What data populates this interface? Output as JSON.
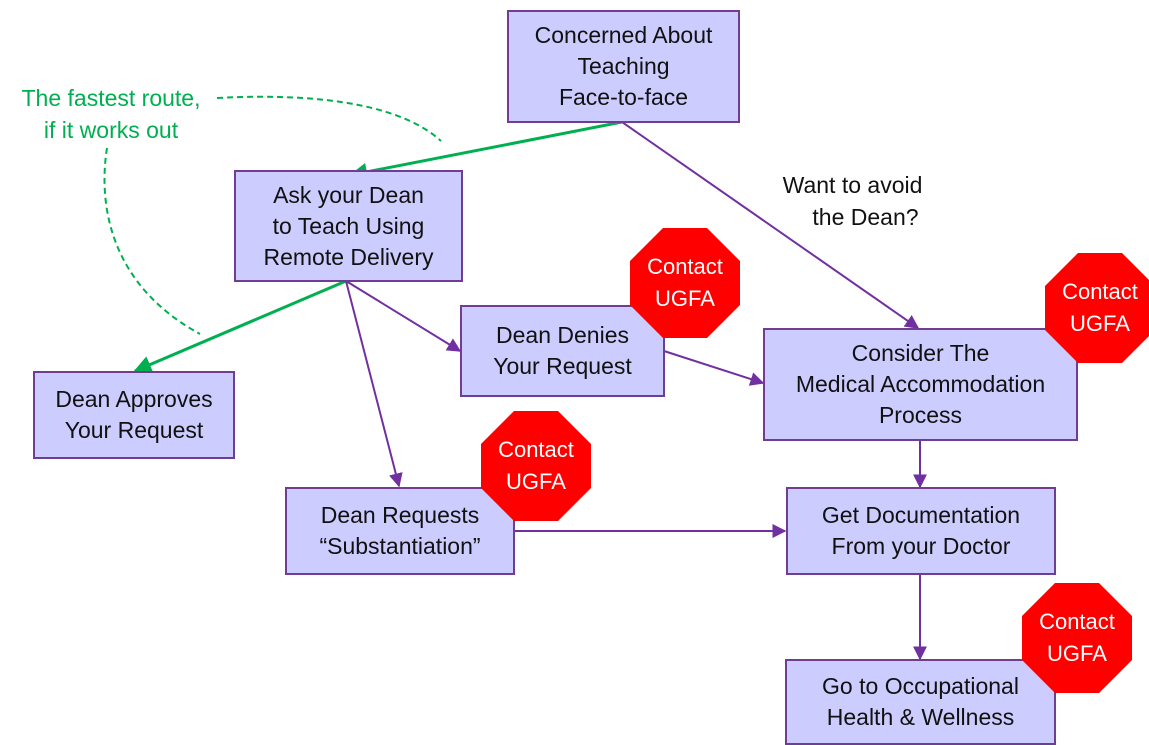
{
  "colors": {
    "box_fill": "#ccccff",
    "box_border": "#6f3d91",
    "arrow_purple": "#7030a0",
    "arrow_green": "#00b050",
    "stop_sign": "#ff0000"
  },
  "boxes": {
    "concerned": [
      "Concerned About",
      "Teaching",
      "Face-to-face"
    ],
    "ask_dean": [
      "Ask your Dean",
      "to Teach Using",
      "Remote Delivery"
    ],
    "approves": [
      "Dean Approves",
      "Your Request"
    ],
    "denies": [
      "Dean Denies",
      "Your Request"
    ],
    "substantiation": [
      "Dean Requests",
      "“Substantiation”"
    ],
    "medical": [
      "Consider The",
      "Medical Accommodation",
      "Process"
    ],
    "documentation": [
      "Get Documentation",
      "From your Doctor"
    ],
    "occupational": [
      "Go to Occupational",
      "Health & Wellness"
    ]
  },
  "stop_sign": [
    "Contact",
    "UGFA"
  ],
  "notes": {
    "fastest": [
      "The fastest route,",
      "if it works out"
    ],
    "avoid": [
      "Want to avoid",
      "the Dean?"
    ]
  }
}
